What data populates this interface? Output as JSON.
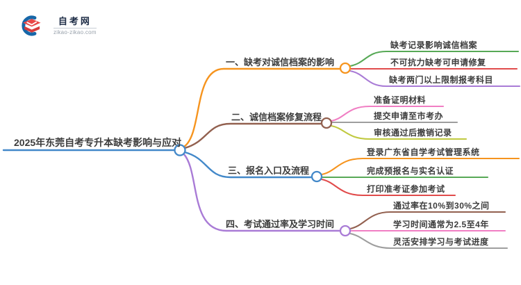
{
  "logo": {
    "title": "自考网",
    "domain": "zikao-zikao.com"
  },
  "colors": {
    "blue": "#4288c9",
    "orange": "#f6941e",
    "brown": "#92604f",
    "purple": "#a97bd6",
    "green": "#57a956",
    "red": "#e14b4b",
    "pink": "#f07ec3",
    "gray": "#9e9e9e",
    "olive": "#c0c93f",
    "logo_blue": "#1767a8",
    "logo_red_top": "#e84848",
    "logo_red_body": "#d63c3c"
  },
  "mindmap": {
    "root": "2025年东莞自考专升本缺考影响与应对",
    "branches": [
      {
        "label": "一、缺考对诚信档案的影响",
        "children": [
          "缺考记录影响诚信档案",
          "不可抗力缺考可申请修复",
          "缺考两门以上限制报考科目"
        ]
      },
      {
        "label": "二、诚信档案修复流程",
        "children": [
          "准备证明材料",
          "提交申请至市考办",
          "审核通过后撤销记录"
        ]
      },
      {
        "label": "三、报名入口及流程",
        "children": [
          "登录广东省自学考试管理系统",
          "完成预报名与实名认证",
          "打印准考证参加考试"
        ]
      },
      {
        "label": "四、考试通过率及学习时间",
        "children": [
          "通过率在10%到30%之间",
          "学习时间通常为2.5至4年",
          "灵活安排学习与考试进度"
        ]
      }
    ]
  }
}
